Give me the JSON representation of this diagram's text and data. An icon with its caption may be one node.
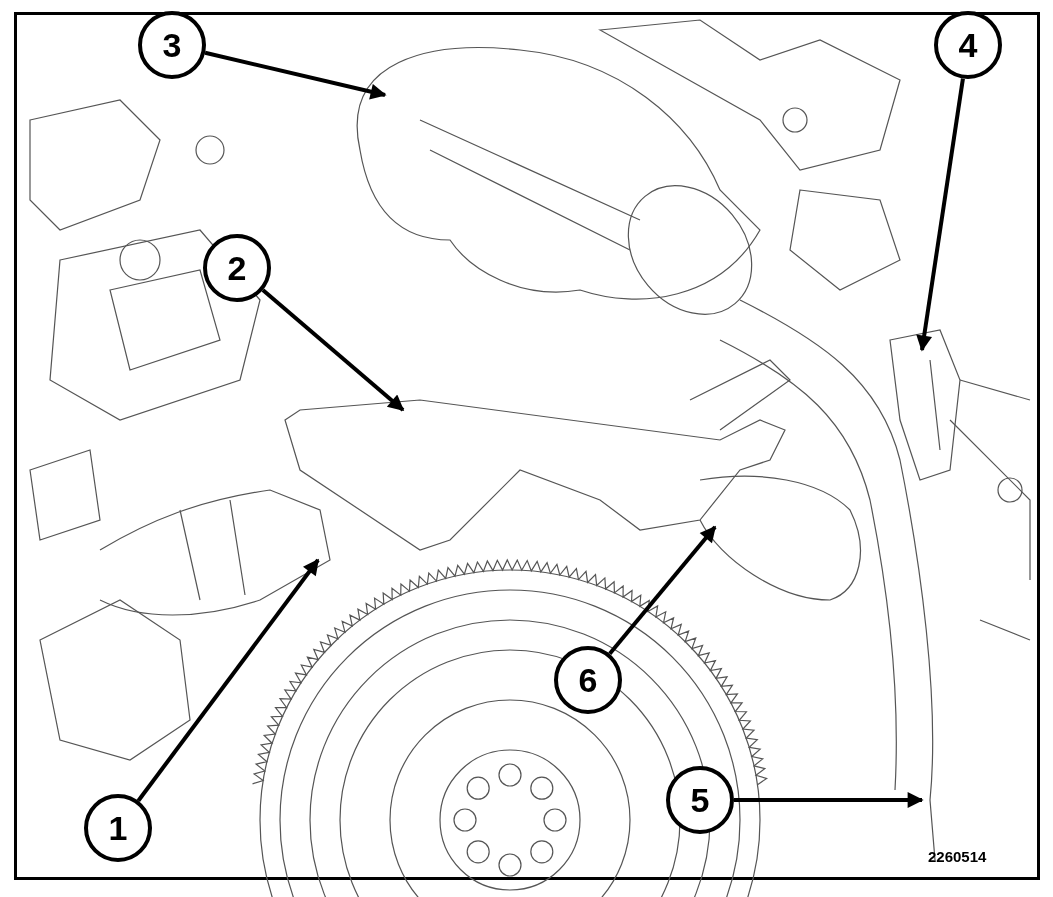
{
  "diagram": {
    "nodes": [
      {
        "text": [
          "1"
        ]
      },
      {
        "text": [
          "2"
        ]
      },
      {
        "text": [
          "3"
        ]
      },
      {
        "text": [
          "4"
        ]
      },
      {
        "text": [
          "5"
        ]
      },
      {
        "text": [
          "6"
        ]
      }
    ],
    "edges": [
      {
        "from": 0,
        "to": null,
        "arrow": "to"
      },
      {
        "from": 1,
        "to": null,
        "arrow": "to"
      },
      {
        "from": 2,
        "to": null,
        "arrow": "to"
      },
      {
        "from": 3,
        "to": null,
        "arrow": "to"
      },
      {
        "from": 4,
        "to": null,
        "arrow": "to"
      },
      {
        "from": 5,
        "to": null,
        "arrow": "to"
      }
    ],
    "labels": [
      "2260514"
    ]
  }
}
